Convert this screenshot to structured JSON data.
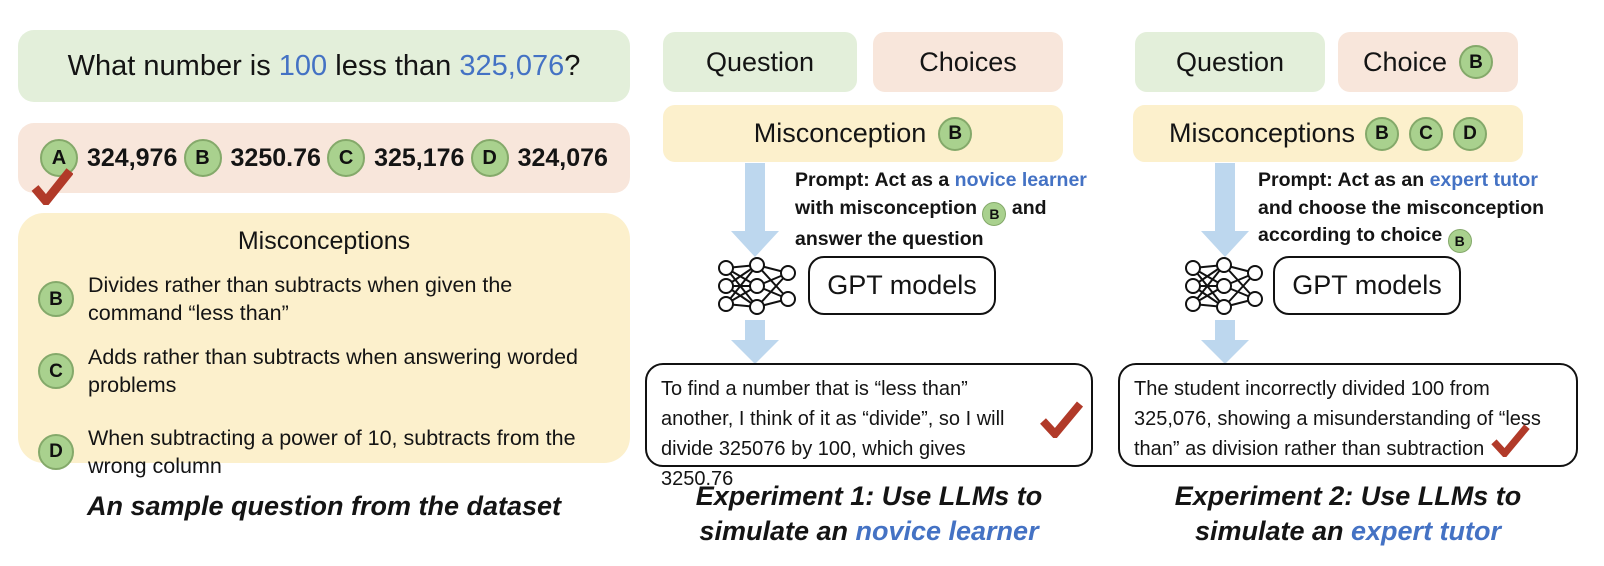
{
  "colors": {
    "green_box": "#e3efda",
    "pink_box": "#f8e6db",
    "yellow_box": "#fcf0cc",
    "badge_fill": "#a9d18e",
    "badge_border": "#84a96a",
    "blue_text": "#4472c4",
    "arrow_blue": "#bdd7ee",
    "check_red": "#b13a29"
  },
  "left": {
    "question": {
      "part1": "What number is ",
      "hl1": "100",
      "part2": " less than ",
      "hl2": "325,076",
      "part3": "?"
    },
    "choices": [
      {
        "label": "A",
        "value": "324,976"
      },
      {
        "label": "B",
        "value": "3250.76"
      },
      {
        "label": "C",
        "value": "325,176"
      },
      {
        "label": "D",
        "value": "324,076"
      }
    ],
    "correct_choice": "A",
    "misconceptions": {
      "title": "Misconceptions",
      "items": [
        {
          "label": "B",
          "text": "Divides rather than subtracts when given the command “less than”"
        },
        {
          "label": "C",
          "text": "Adds rather than subtracts when answering worded problems"
        },
        {
          "label": "D",
          "text": "When subtracting a power of 10, subtracts from the wrong column"
        }
      ]
    },
    "caption": "An sample question from the dataset"
  },
  "exp1": {
    "question_chip": "Question",
    "choices_chip": "Choices",
    "misconception_label": "Misconception",
    "misconception_badge": "B",
    "prompt": {
      "part1": "Prompt: Act as a ",
      "hl": "novice learner",
      "part2": " with misconception ",
      "badge": "B",
      "part3": " and answer the question"
    },
    "gpt_label": "GPT models",
    "output_text": "To find a number that is “less than” another, I think of it as “divide”, so I will divide 325076 by 100, which gives 3250.76",
    "caption": {
      "line1": "Experiment 1: Use LLMs to",
      "line2_black": "simulate an ",
      "line2_hl": "novice learner"
    }
  },
  "exp2": {
    "question_chip": "Question",
    "choice_chip": "Choice",
    "choice_badge": "B",
    "misconception_label": "Misconceptions",
    "misconception_badges": [
      "B",
      "C",
      "D"
    ],
    "prompt": {
      "part1": "Prompt: Act as an ",
      "hl": "expert tutor",
      "part2": " and choose the misconception according to choice ",
      "badge": "B",
      "part3": ""
    },
    "gpt_label": "GPT models",
    "output_text": "The student incorrectly divided 100 from 325,076, showing a misunderstanding of “less than” as division rather than subtraction ",
    "caption": {
      "line1": "Experiment 2: Use LLMs to",
      "line2_black": "simulate an ",
      "line2_hl": "expert tutor"
    }
  }
}
